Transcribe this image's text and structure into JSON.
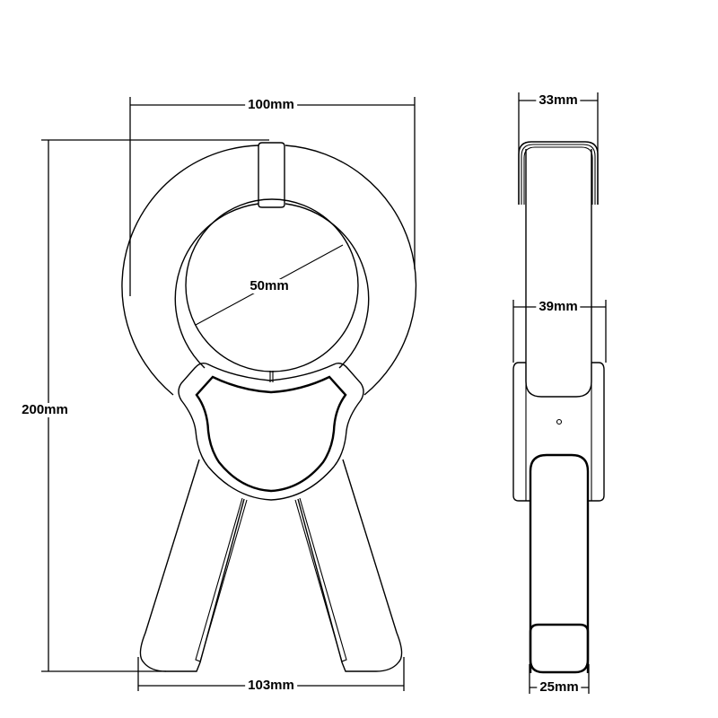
{
  "diagram": {
    "subject": "clamp meter dimension drawing",
    "front_view": {
      "dimensions": {
        "overall_width": "100mm",
        "overall_height": "200mm",
        "jaw_opening_diameter": "50mm",
        "handle_span": "103mm"
      }
    },
    "side_view": {
      "dimensions": {
        "jaw_thickness": "33mm",
        "body_thickness": "39mm",
        "handle_thickness": "25mm"
      }
    },
    "colors": {
      "line": "#000000",
      "background": "#ffffff"
    }
  }
}
